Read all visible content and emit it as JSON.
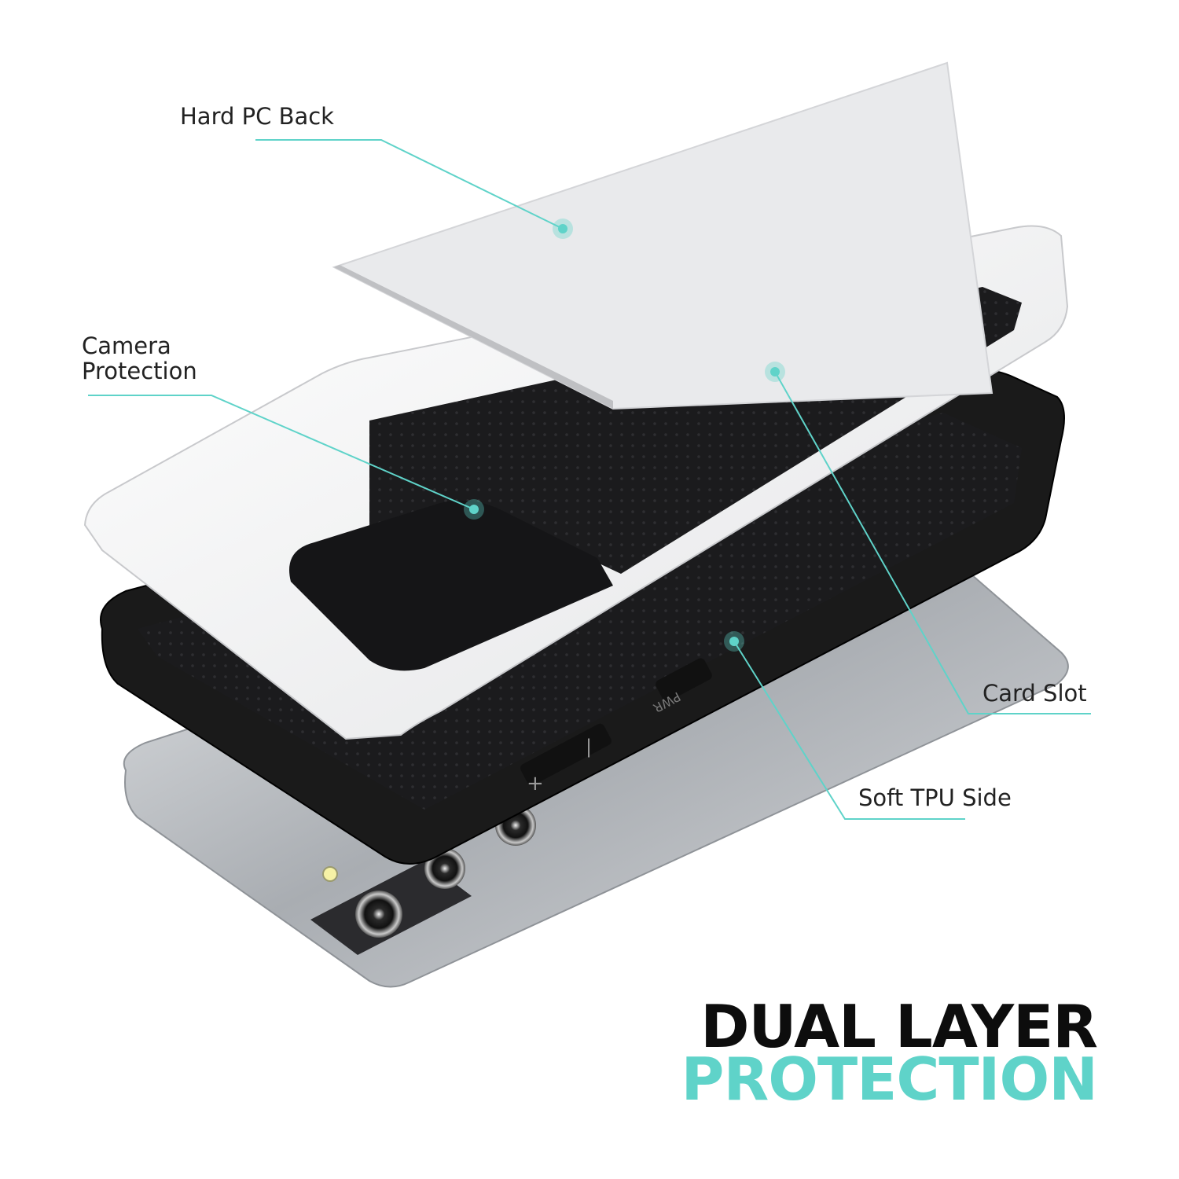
{
  "callouts": {
    "hard_pc_back": "Hard PC Back",
    "camera_protection_line1": "Camera",
    "camera_protection_line2": "Protection",
    "card_slot": "Card Slot",
    "soft_tpu_side": "Soft TPU Side"
  },
  "headline": {
    "line1": "DUAL LAYER",
    "line2": "PROTECTION"
  },
  "colors": {
    "accent": "#5fd3c9",
    "headline_dark": "#0d0d0d",
    "shell_white": "#f1f1f2",
    "bumper_black": "#1a1a1a",
    "phone_silver": "#b9bcc0"
  },
  "button_labels": {
    "power": "PWR",
    "volume_plus": "+",
    "volume_minus": "|"
  }
}
